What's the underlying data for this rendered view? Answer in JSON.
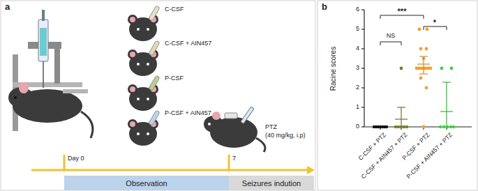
{
  "diagram": {
    "nodes": [
      {
        "text": [
          "Observation"
        ]
      },
      {
        "text": [
          "Seizures indution"
        ]
      }
    ],
    "labels": [
      "a",
      "C-CSF",
      "C-CSF + AIN457",
      "P-CSF",
      "P-CSF + AIN457",
      "Day 0",
      "7",
      "PTZ",
      "(40 mg/kg, i.p)",
      "b",
      "Racine scores",
      "0",
      "1",
      "2",
      "3",
      "4",
      "5",
      "6",
      "C-CSF + PTZ",
      "C-CSF + AIN457 + PTZ",
      "P-CSF + PTZ",
      "P-CSF + AIN457 + PTZ",
      "NS",
      "***",
      "*"
    ]
  }
}
